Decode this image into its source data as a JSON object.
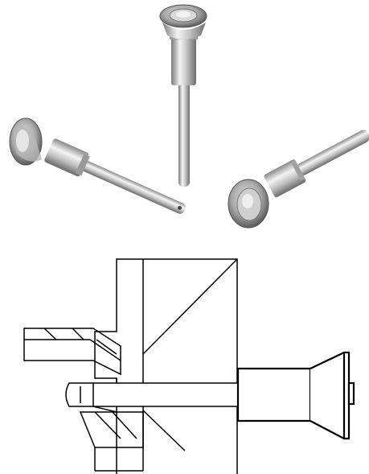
{
  "figure": {
    "background": "#ffffff",
    "photo": {
      "pins": [
        "vertical-ball-lock-pin",
        "left-ball-lock-pin",
        "right-ball-lock-pin"
      ],
      "metal_light": "#f4f4f4",
      "metal_mid": "#bdbdbd",
      "metal_dark": "#6e6e6e"
    },
    "drawing": {
      "line_color": "#000000",
      "components": [
        "mounting-block",
        "bracket-plate",
        "pin-shank",
        "pin-handle",
        "push-button"
      ]
    }
  }
}
